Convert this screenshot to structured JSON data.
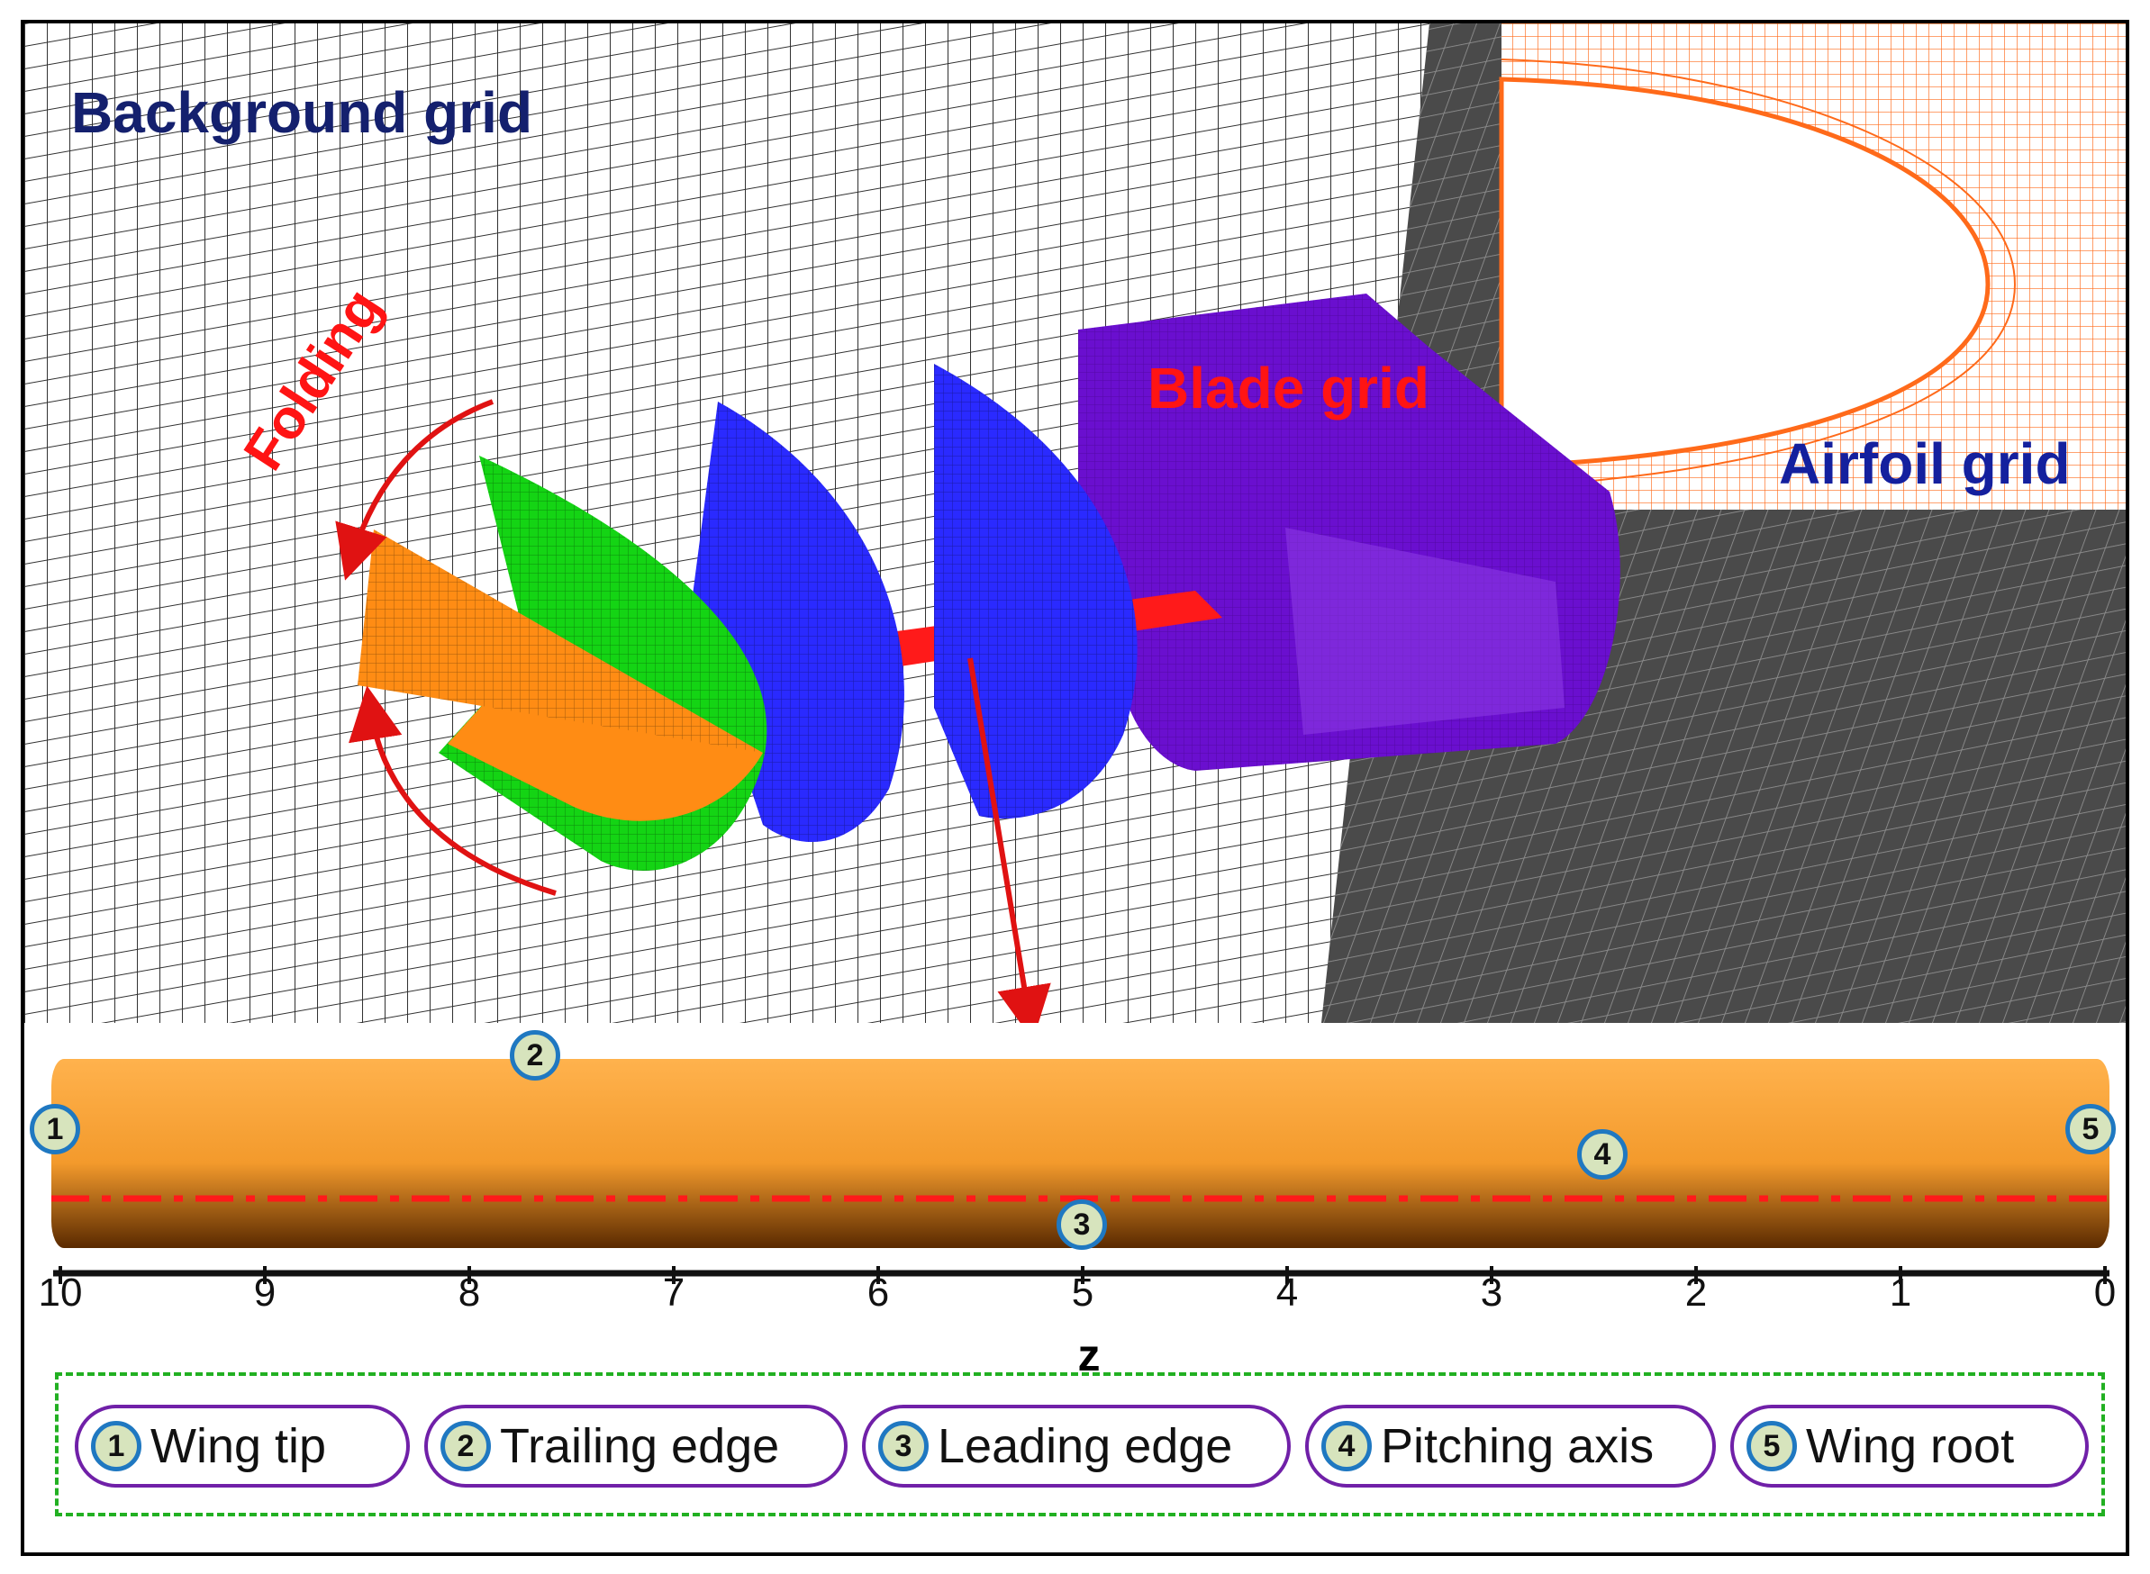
{
  "labels": {
    "background_grid": "Background grid",
    "blade_grid": "Blade grid",
    "airfoil_grid": "Airfoil grid",
    "folding": "Folding"
  },
  "axis": {
    "ticks": [
      "10",
      "9",
      "8",
      "7",
      "6",
      "5",
      "4",
      "3",
      "2",
      "1",
      "0"
    ],
    "label": "z"
  },
  "markers": [
    "1",
    "2",
    "3",
    "4",
    "5"
  ],
  "legend": [
    {
      "num": "1",
      "text": "Wing tip"
    },
    {
      "num": "2",
      "text": "Trailing edge"
    },
    {
      "num": "3",
      "text": "Leading edge"
    },
    {
      "num": "4",
      "text": "Pitching axis"
    },
    {
      "num": "5",
      "text": "Wing root"
    }
  ],
  "colors": {
    "background_grid_line": "#303030",
    "airfoil_grid": "#ff6a1a",
    "blade_grid": "#6a0fcf",
    "blue_section": "#2a2aff",
    "green_section": "#14d414",
    "orange_section": "#ff8c14",
    "wing": "#f39a2c",
    "pitching_axis": "#ff1a1a",
    "legend_border": "#22b022",
    "pill_border": "#7020a8"
  }
}
